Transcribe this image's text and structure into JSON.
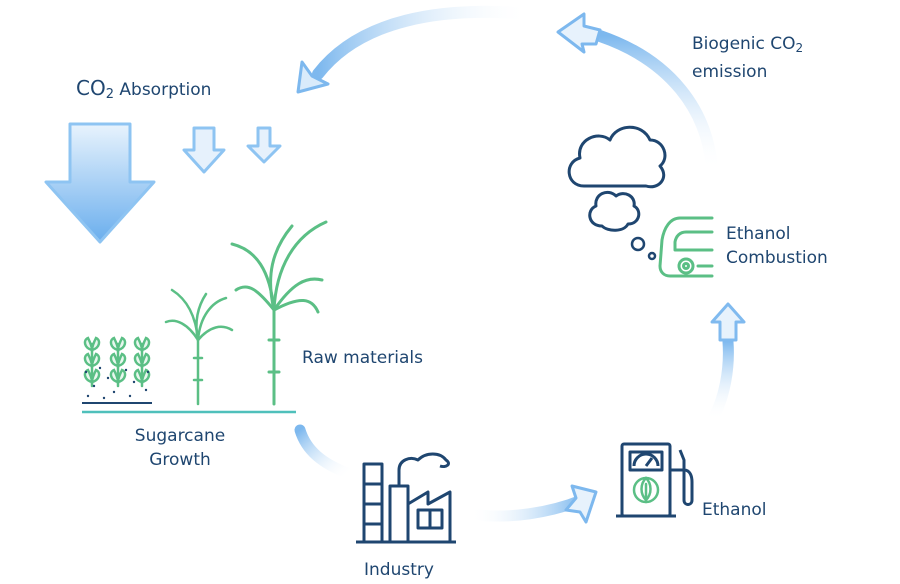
{
  "labels": {
    "co2_absorption_prefix": "CO",
    "co2_absorption_sub": "2",
    "co2_absorption_suffix": " Absorption",
    "biogenic_line1_prefix": "Biogenic CO",
    "biogenic_line1_sub": "2",
    "biogenic_line2": "emission",
    "ethanol_combustion_line1": "Ethanol",
    "ethanol_combustion_line2": "Combustion",
    "raw_materials": "Raw materials",
    "sugarcane_line1": "Sugarcane",
    "sugarcane_line2": "Growth",
    "industry": "Industry",
    "ethanol": "Ethanol"
  },
  "icons": [
    "down-arrow-icon",
    "car-icon",
    "cloud-icon",
    "sugarcane-plant-icon",
    "seedling-icon",
    "factory-icon",
    "fuel-pump-icon",
    "leaf-icon",
    "cycle-arrow-icon"
  ],
  "colors": {
    "text": "#1f4670",
    "icon_navy": "#1f4670",
    "plant_green": "#5bbf85",
    "arrow_blue": "#7fb9ee",
    "ground_teal": "#4fc0bb"
  }
}
